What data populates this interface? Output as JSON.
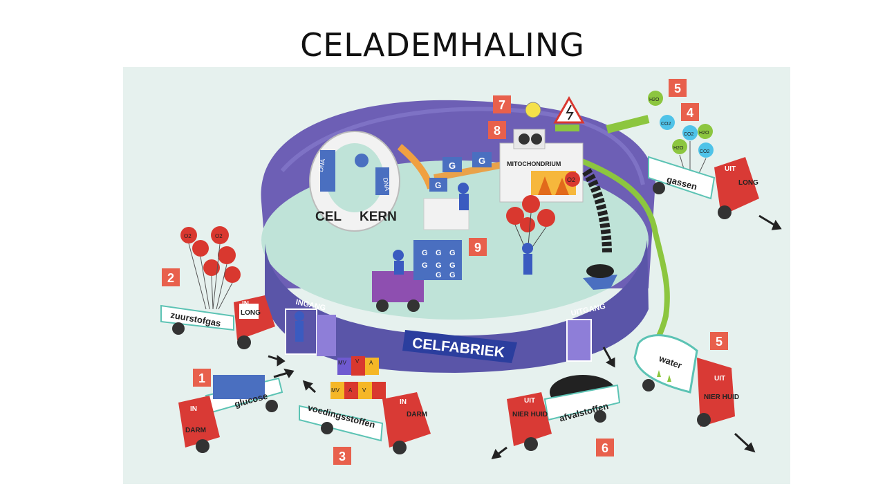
{
  "title": "CELADEMHALING",
  "diagram": {
    "factory_label": "CELFABRIEK",
    "entrance_label": "INGANG",
    "exit_label": "UITGANG",
    "nucleus": {
      "left": "CEL",
      "right": "KERN",
      "dna": "DNA"
    },
    "mitochondrion_label": "MITOCHONDRIUM",
    "crate_letter": "G",
    "trucks": {
      "oxygen": {
        "cargo": "zuurstofgas",
        "cab_top": "IN",
        "cab_bottom": "LONG"
      },
      "glucose": {
        "cargo": "glucose",
        "cab_top": "IN",
        "cab_bottom": "DARM"
      },
      "nutrients": {
        "cargo": "voedingsstoffen",
        "cab_top": "IN",
        "cab_bottom": "DARM"
      },
      "waste": {
        "cargo": "afvalstoffen",
        "cab_top": "UIT",
        "cab_bottom": "NIER HUID"
      },
      "water": {
        "cargo": "water",
        "cab_top": "UIT",
        "cab_bottom": "NIER HUID"
      },
      "gases": {
        "cargo": "gassen",
        "cab_top": "UIT",
        "cab_bottom": "LONG"
      }
    },
    "molecules": {
      "oxygen": "O2",
      "carbon_dioxide": "CO2",
      "water": "H2O"
    },
    "nutrient_tags": {
      "mv": "MV",
      "v": "V",
      "a": "A"
    },
    "number_badges": [
      "1",
      "2",
      "3",
      "4",
      "5",
      "5",
      "6",
      "7",
      "8",
      "9"
    ]
  },
  "colors": {
    "badge": "#e8604c",
    "factory_wall": "#5a55a8",
    "floor": "#bfe3d8",
    "truck_red": "#d93a35",
    "balloon_red": "#d9382f",
    "crate_blue": "#4a6fc0",
    "pipe_green": "#8cc63f"
  }
}
